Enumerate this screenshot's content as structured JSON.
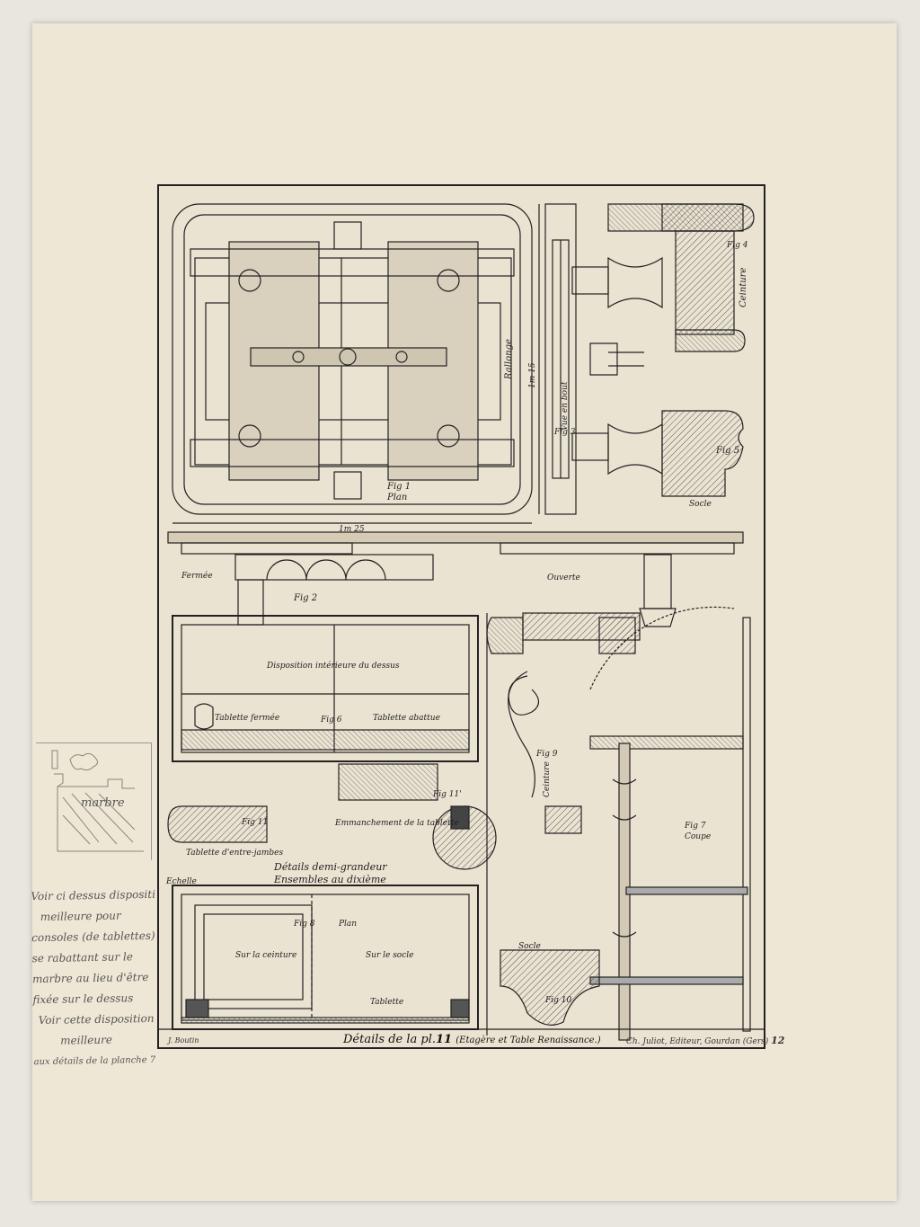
{
  "plate": {
    "title_prefix": "Détails de la pl.",
    "title_number": "11",
    "title_suffix": "(Etagère et Table Renaissance.)",
    "left_credit": "J. Boutin",
    "right_credit": "Ch. Juliot, Editeur, Gourdan (Gers)",
    "plate_no": "12"
  },
  "figures": {
    "fig1": "Fig 1",
    "fig1_sub": "Plan",
    "rallonge": "Rallonge",
    "dim_width": "1m 25",
    "dim_height": "1m 15",
    "vue_en_bout": "Vue en bout",
    "fig3": "Fig 3",
    "fig4": "Fig 4",
    "ceinture_top": "Ceinture",
    "fig5": "Fig 5",
    "socle_top": "Socle",
    "fermee": "Fermée",
    "fig2": "Fig 2",
    "ouverte": "Ouverte",
    "disposition": "Disposition intérieure du dessus",
    "tablette_fermee": "Tablette fermée",
    "fig6": "Fig 6",
    "tablette_abattue": "Tablette abattue",
    "fig9": "Fig 9",
    "ceinture_mid": "Ceinture",
    "fig11": "Fig 11",
    "tablette_entre": "Tablette d'entre-jambes",
    "emmanchement": "Emmanchement de la tablette",
    "fig11b": "Fig 11'",
    "details_demi": "Détails demi-grandeur",
    "ensembles": "Ensembles au dixième",
    "echelle": "Echelle",
    "fig7": "Fig 7",
    "coupe": "Coupe",
    "fig8": "Fig 8",
    "plan8": "Plan",
    "sur_ceinture": "Sur la ceinture",
    "sur_socle": "Sur le socle",
    "tablette_bottom": "Tablette",
    "socle_bottom": "Socle",
    "fig10": "Fig 10"
  },
  "sketch": {
    "label": "marbre"
  },
  "notes": {
    "line1": "Voir ci dessus dispositi",
    "line2": "meilleure pour",
    "line3": "consoles (de tablettes)",
    "line4": "se rabattant sur le",
    "line5": "marbre au lieu d'être",
    "line6": "fixée sur le dessus",
    "line7": "Voir cette disposition",
    "line8": "meilleure",
    "line9": "aux détails de la planche 7"
  }
}
